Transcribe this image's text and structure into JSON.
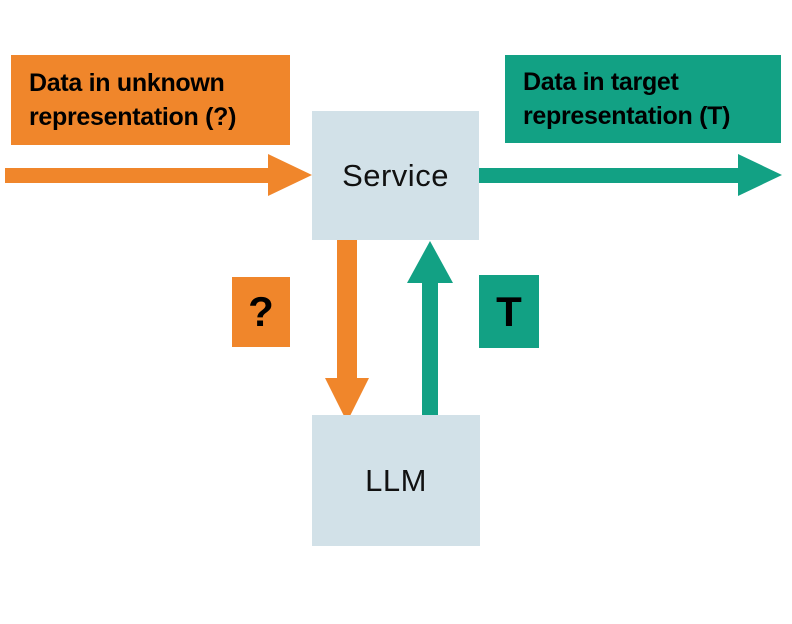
{
  "diagram": {
    "title_hint": "Service delegating data representation detection to an LLM",
    "colors": {
      "orange": "#F0862B",
      "teal": "#12A184",
      "node_fill": "#D2E1E8",
      "text": "#000000"
    },
    "labels": {
      "unknown_data": "Data in unknown representation (?)",
      "target_data": "Data in target representation (T)",
      "service": "Service",
      "llm": "LLM",
      "unknown_symbol": "?",
      "target_symbol": "T"
    },
    "arrows": [
      {
        "name": "unknown-data-into-service",
        "color": "orange",
        "direction": "right"
      },
      {
        "name": "service-to-target-data",
        "color": "teal",
        "direction": "right"
      },
      {
        "name": "service-to-llm",
        "color": "orange",
        "direction": "down"
      },
      {
        "name": "llm-to-service",
        "color": "teal",
        "direction": "up"
      }
    ]
  }
}
